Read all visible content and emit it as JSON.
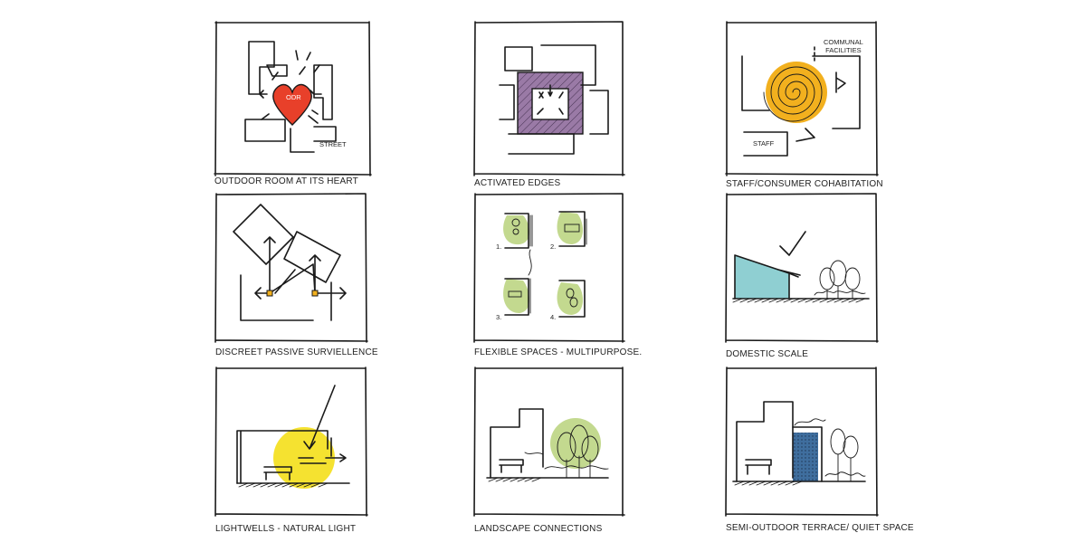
{
  "panels": [
    {
      "caption": "OUTDOOR ROOM AT ITS HEART",
      "labels": {
        "heart": "ODR",
        "street": "STREET"
      }
    },
    {
      "caption": "ACTIVATED EDGES"
    },
    {
      "caption": "STAFF/CONSUMER COHABITATION",
      "labels": {
        "communal": "COMMUNAL\nFACILITIES",
        "staff": "STAFF"
      }
    },
    {
      "caption": "DISCREET PASSIVE SURVIELLENCE"
    },
    {
      "caption": "FLEXIBLE SPACES - MULTIPURPOSE.",
      "labels": {
        "n1": "1.",
        "n2": "2.",
        "n3": "3.",
        "n4": "4."
      }
    },
    {
      "caption": "DOMESTIC SCALE"
    },
    {
      "caption": "LIGHTWELLS - NATURAL LIGHT"
    },
    {
      "caption": "LANDSCAPE CONNECTIONS"
    },
    {
      "caption": "SEMI-OUTDOOR TERRACE/ QUIET SPACE"
    }
  ],
  "colors": {
    "heart_red": "#e8402a",
    "purple": "#9a7aa6",
    "orange": "#f2b01e",
    "green": "#c3d98f",
    "teal": "#8fcfd2",
    "yellow": "#f5e230",
    "blue": "#3f6e9e"
  }
}
